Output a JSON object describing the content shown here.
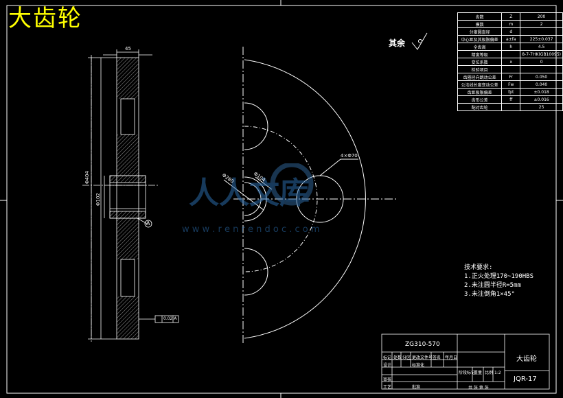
{
  "title": "大齿轮",
  "roughness_label": "其余",
  "params_table": [
    [
      "齿数",
      "Z",
      "200"
    ],
    [
      "模数",
      "m",
      "2"
    ],
    [
      "分度圆直径",
      "d",
      ""
    ],
    [
      "中心距及其极限偏差",
      "a±fa",
      "225±0.037"
    ],
    [
      "全齿高",
      "h",
      "4.5"
    ],
    [
      "精度等级",
      "",
      "8-7-7HK(GB10095)"
    ],
    [
      "变位系数",
      "x",
      "0"
    ],
    [
      "检验项目",
      "",
      ""
    ],
    [
      "齿圈径向跳动公差",
      "Fr",
      "0.050"
    ],
    [
      "公法线长度变动公差",
      "Fw",
      "0.040"
    ],
    [
      "齿距极限偏差",
      "fpt",
      "±0.018"
    ],
    [
      "齿形公差",
      "ff",
      "±0.016"
    ],
    [
      "配对齿轮",
      "",
      "25"
    ]
  ],
  "notes": {
    "heading": "技术要求:",
    "lines": [
      "1.正火处理170~190HBS",
      "2.未注圆半径R=5mm",
      "3.未注倒角1×45°"
    ]
  },
  "section_labels": {
    "top_width": "45",
    "dim_vertical": "Φ404",
    "dim_hub": "Φ102",
    "datum": "A",
    "runout": "0.02 A"
  },
  "front_labels": {
    "bolt_circle": "Φ280",
    "inner_circle": "Φ104",
    "holes": "4×Φ70"
  },
  "title_block": {
    "drawing_no": "ZG310-570",
    "part_name": "大齿轮",
    "code": "JQR-17",
    "scale": "1:2",
    "material_label": "标记",
    "row_labels": [
      "标记",
      "处数",
      "分区",
      "更改文件号",
      "签名",
      "年月日"
    ],
    "design": "设计",
    "standard": "标准化",
    "stage": "阶段标记",
    "weight": "重量",
    "ratio": "比例",
    "check": "审核",
    "process": "工艺",
    "approve": "批准",
    "sheet": "共 张 第 张"
  },
  "watermark": {
    "text": "人人文库",
    "url": "w w w . r e n r e n d o c . c o m"
  }
}
